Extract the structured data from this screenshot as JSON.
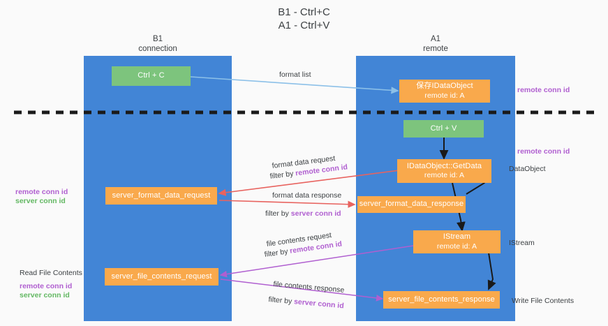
{
  "title": "B1 - Ctrl+C\nA1 - Ctrl+V",
  "lanes": [
    {
      "name": "left-lane",
      "heading": "B1\nconnection"
    },
    {
      "name": "right-lane",
      "heading": "A1\nremote"
    }
  ],
  "nodes": [
    {
      "id": "ctrl-c",
      "line1": "Ctrl + C",
      "line2": ""
    },
    {
      "id": "set-idataobject",
      "line1": "保存IDataObject",
      "line2": "remote id: A"
    },
    {
      "id": "ctrl-v",
      "line1": "Ctrl + V",
      "line2": ""
    },
    {
      "id": "idataobject-getdata",
      "line1": "IDataObject::GetData",
      "line2": "remote id: A"
    },
    {
      "id": "server-format-data-request",
      "line1": "server_format_data_request",
      "line2": ""
    },
    {
      "id": "server-format-data-response",
      "line1": "server_format_data_response",
      "line2": ""
    },
    {
      "id": "istream",
      "line1": "IStream",
      "line2": "remote id: A"
    },
    {
      "id": "server-file-contents-request",
      "line1": "server_file_contents_request",
      "line2": ""
    },
    {
      "id": "server-file-contents-response",
      "line1": "server_file_contents_response",
      "line2": ""
    }
  ],
  "edge_labels": {
    "format_list": "format list",
    "format_data_request": "format data request",
    "format_data_request_filter_prefix": "filter by ",
    "format_data_request_filter_key": "remote conn id",
    "format_data_response": "format data response",
    "format_data_response_filter_prefix": "filter by ",
    "format_data_response_filter_key": "server conn id",
    "file_contents_request": "file contents request",
    "file_contents_request_filter_prefix": "filter by ",
    "file_contents_request_filter_key": "remote conn id",
    "file_contents_response": "file contents response",
    "file_contents_response_filter_prefix": "filter by ",
    "file_contents_response_filter_key": "server conn id"
  },
  "right_annotations": [
    {
      "id": "remote-conn-id-top",
      "text": "remote conn id"
    },
    {
      "id": "remote-conn-id-mid",
      "text": "remote conn id"
    },
    {
      "id": "dataobject-label",
      "text": "DataObject"
    },
    {
      "id": "istream-label",
      "text": "IStream"
    },
    {
      "id": "write-file-contents",
      "text": "Write File Contents"
    }
  ],
  "left_annotations": {
    "mid_purple": "remote conn id",
    "mid_green": "server conn id",
    "read_file_contents": "Read File Contents",
    "bottom_purple": "remote conn id",
    "bottom_green": "server conn id"
  },
  "colors": {
    "lane": "#4285d6",
    "green_node": "#7dc47d",
    "orange_node": "#f9a94c",
    "purple": "#b05fd0",
    "green_text": "#63b863",
    "red_arrow": "#e8635f",
    "blue_arrow": "#8cc0e8",
    "black_arrow": "#1a1a1a",
    "background": "#fafafa"
  }
}
